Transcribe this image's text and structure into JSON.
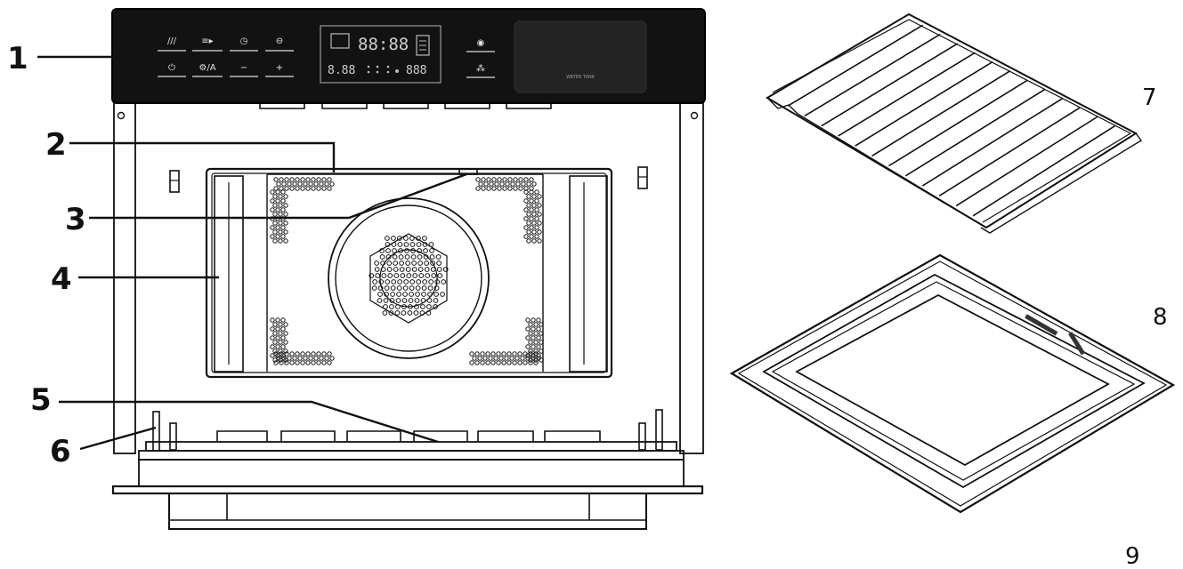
{
  "callouts": [
    {
      "id": "1",
      "text": "1"
    },
    {
      "id": "2",
      "text": "2"
    },
    {
      "id": "3",
      "text": "3"
    },
    {
      "id": "4",
      "text": "4"
    },
    {
      "id": "5",
      "text": "5"
    },
    {
      "id": "6",
      "text": "6"
    },
    {
      "id": "7",
      "text": "7"
    },
    {
      "id": "8",
      "text": "8"
    },
    {
      "id": "9",
      "text": "9"
    }
  ],
  "control_panel": {
    "water_tank_label": "WATER TANK",
    "display_main": "88:88",
    "display_left": "8.88",
    "display_right": "888",
    "button_glyphs": {
      "light": "///",
      "steam": "≡▸",
      "clock": "◷",
      "timer": "⊖",
      "power": "⏻",
      "mode": "⚙/A",
      "minus": "−",
      "plus": "+",
      "start": "◉",
      "grill": "⁂"
    }
  }
}
